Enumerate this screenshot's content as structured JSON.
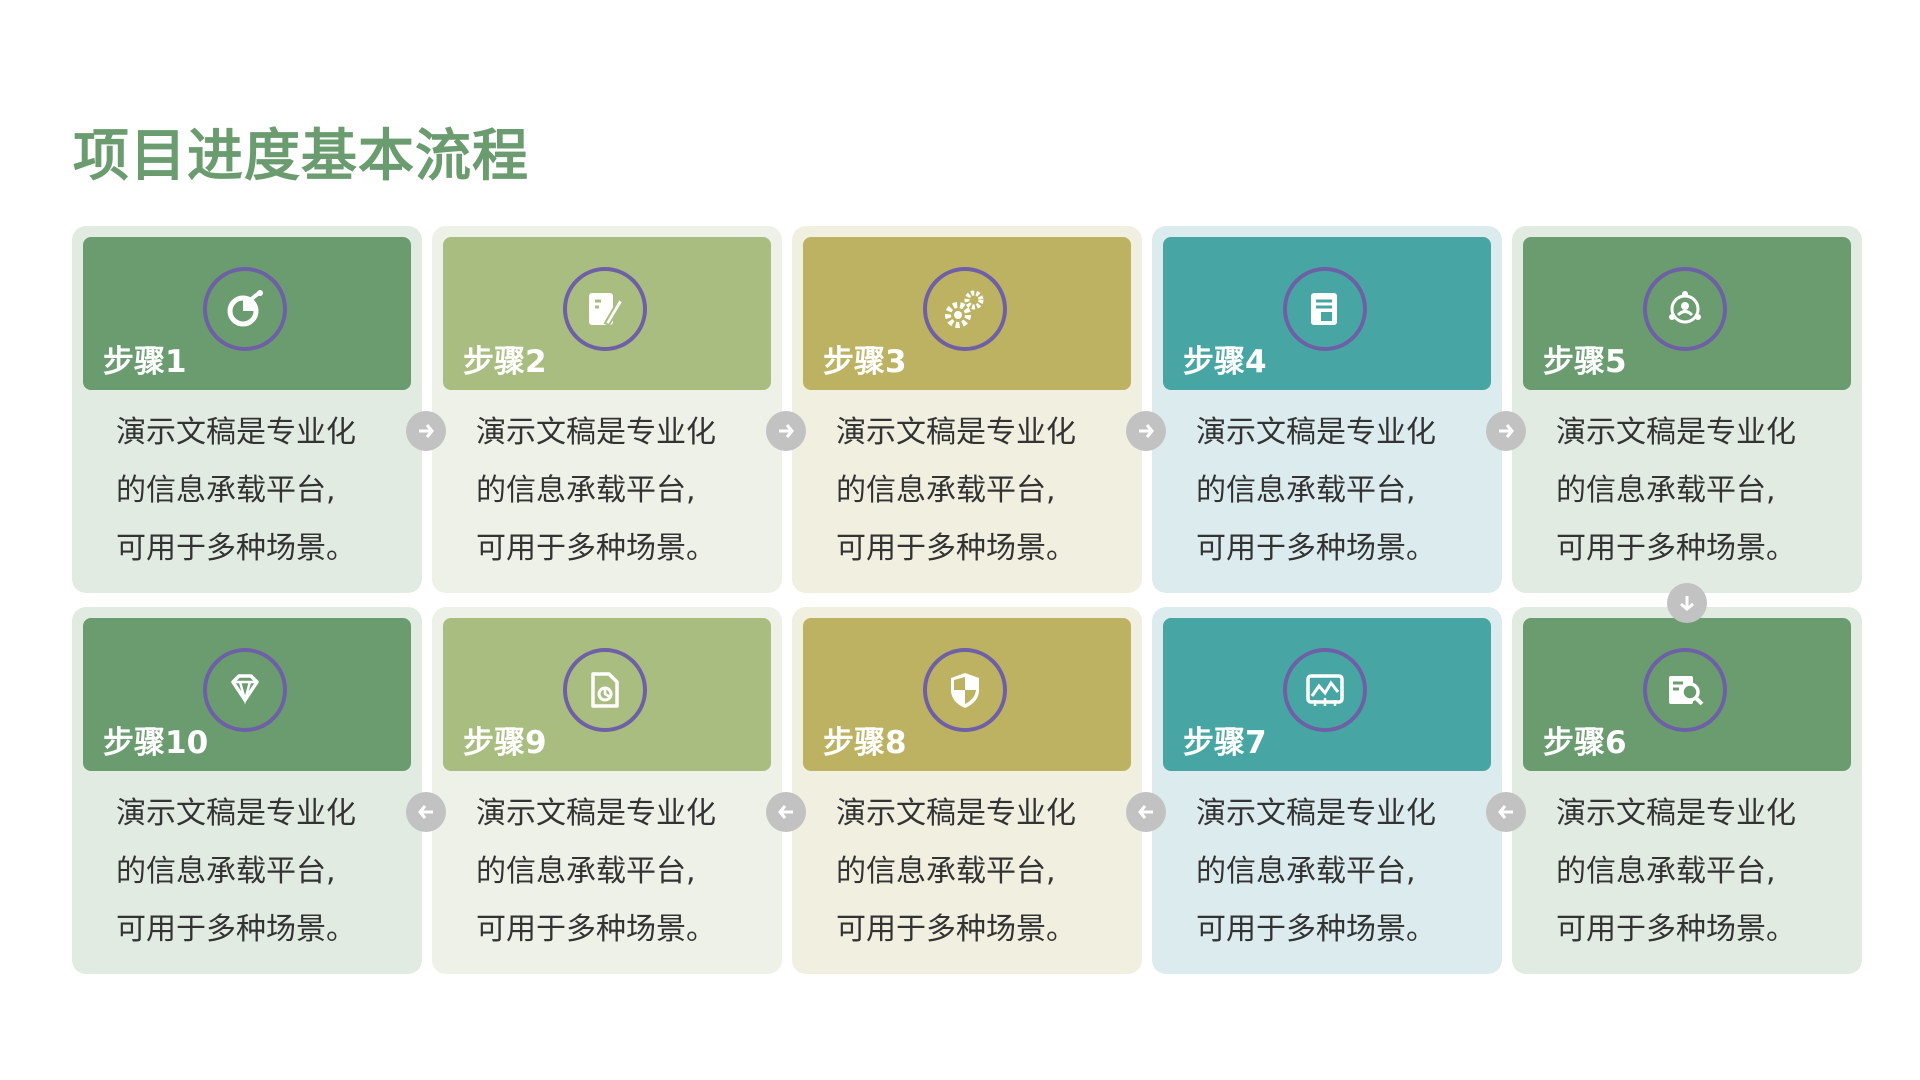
{
  "title": "项目进度基本流程",
  "colors": {
    "green": "#6a9c6f",
    "lightgreen": "#a8bd7f",
    "olive": "#bcb262",
    "teal": "#47a6a3",
    "ring": "#6e5fa6",
    "arrow": "#c2c2c2"
  },
  "steps": [
    {
      "label": "步骤1",
      "icon": "chart-pie-icon",
      "lines": [
        "演示文稿是专业化",
        "的信息承载平台,",
        "可用于多种场景。"
      ]
    },
    {
      "label": "步骤2",
      "icon": "edit-document-icon",
      "lines": [
        "演示文稿是专业化",
        "的信息承载平台,",
        "可用于多种场景。"
      ]
    },
    {
      "label": "步骤3",
      "icon": "gears-icon",
      "lines": [
        "演示文稿是专业化",
        "的信息承载平台,",
        "可用于多种场景。"
      ]
    },
    {
      "label": "步骤4",
      "icon": "report-document-icon",
      "lines": [
        "演示文稿是专业化",
        "的信息承载平台,",
        "可用于多种场景。"
      ]
    },
    {
      "label": "步骤5",
      "icon": "user-network-icon",
      "lines": [
        "演示文稿是专业化",
        "的信息承载平台,",
        "可用于多种场景。"
      ]
    },
    {
      "label": "步骤6",
      "icon": "search-document-icon",
      "lines": [
        "演示文稿是专业化",
        "的信息承载平台,",
        "可用于多种场景。"
      ]
    },
    {
      "label": "步骤7",
      "icon": "chart-image-icon",
      "lines": [
        "演示文稿是专业化",
        "的信息承载平台,",
        "可用于多种场景。"
      ]
    },
    {
      "label": "步骤8",
      "icon": "shield-icon",
      "lines": [
        "演示文稿是专业化",
        "的信息承载平台,",
        "可用于多种场景。"
      ]
    },
    {
      "label": "步骤9",
      "icon": "document-chart-icon",
      "lines": [
        "演示文稿是专业化",
        "的信息承载平台,",
        "可用于多种场景。"
      ]
    },
    {
      "label": "步骤10",
      "icon": "diamond-icon",
      "lines": [
        "演示文稿是专业化",
        "的信息承载平台,",
        "可用于多种场景。"
      ]
    }
  ]
}
